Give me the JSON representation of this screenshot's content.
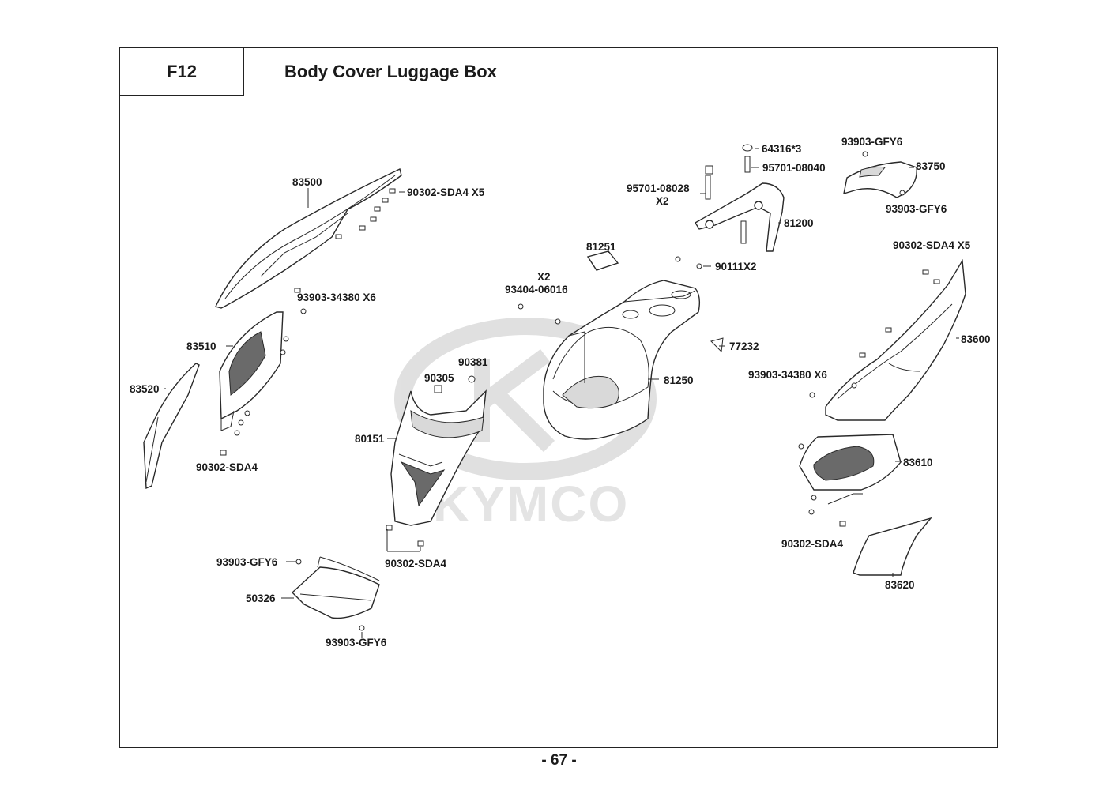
{
  "header": {
    "code": "F12",
    "title": "Body Cover  Luggage Box"
  },
  "watermark": {
    "brand": "KYMCO"
  },
  "labels": {
    "p83500": "83500",
    "p90302_sda4_x5_left": "90302-SDA4 X5",
    "p93903_34380_x6_left": "93903-34380 X6",
    "p83510": "83510",
    "p83520": "83520",
    "p90302_sda4_left": "90302-SDA4",
    "p81251": "81251",
    "x2_93404": "X2",
    "p93404_06016": "93404-06016",
    "p90381": "90381",
    "p90305": "90305",
    "p80151": "80151",
    "p90302_sda4_center": "90302-SDA4",
    "p93903_gfy6_a": "93903-GFY6",
    "p50326": "50326",
    "p93903_gfy6_b": "93903-GFY6",
    "p81250": "81250",
    "p95701_08028": "95701-08028",
    "x2_95701": "X2",
    "p64316": "64316*3",
    "p95701_08040": "95701-08040",
    "p81200": "81200",
    "p90111x2": "90111X2",
    "p77232": "77232",
    "p93903_gfy6_top": "93903-GFY6",
    "p83750": "83750",
    "p93903_gfy6_right": "93903-GFY6",
    "p90302_sda4_x5_right": "90302-SDA4 X5",
    "p83600": "83600",
    "p93903_34380_x6_right": "93903-34380 X6",
    "p83610": "83610",
    "p90302_sda4_right": "90302-SDA4",
    "p83620": "83620"
  },
  "footer": {
    "page": "- 67 -"
  }
}
